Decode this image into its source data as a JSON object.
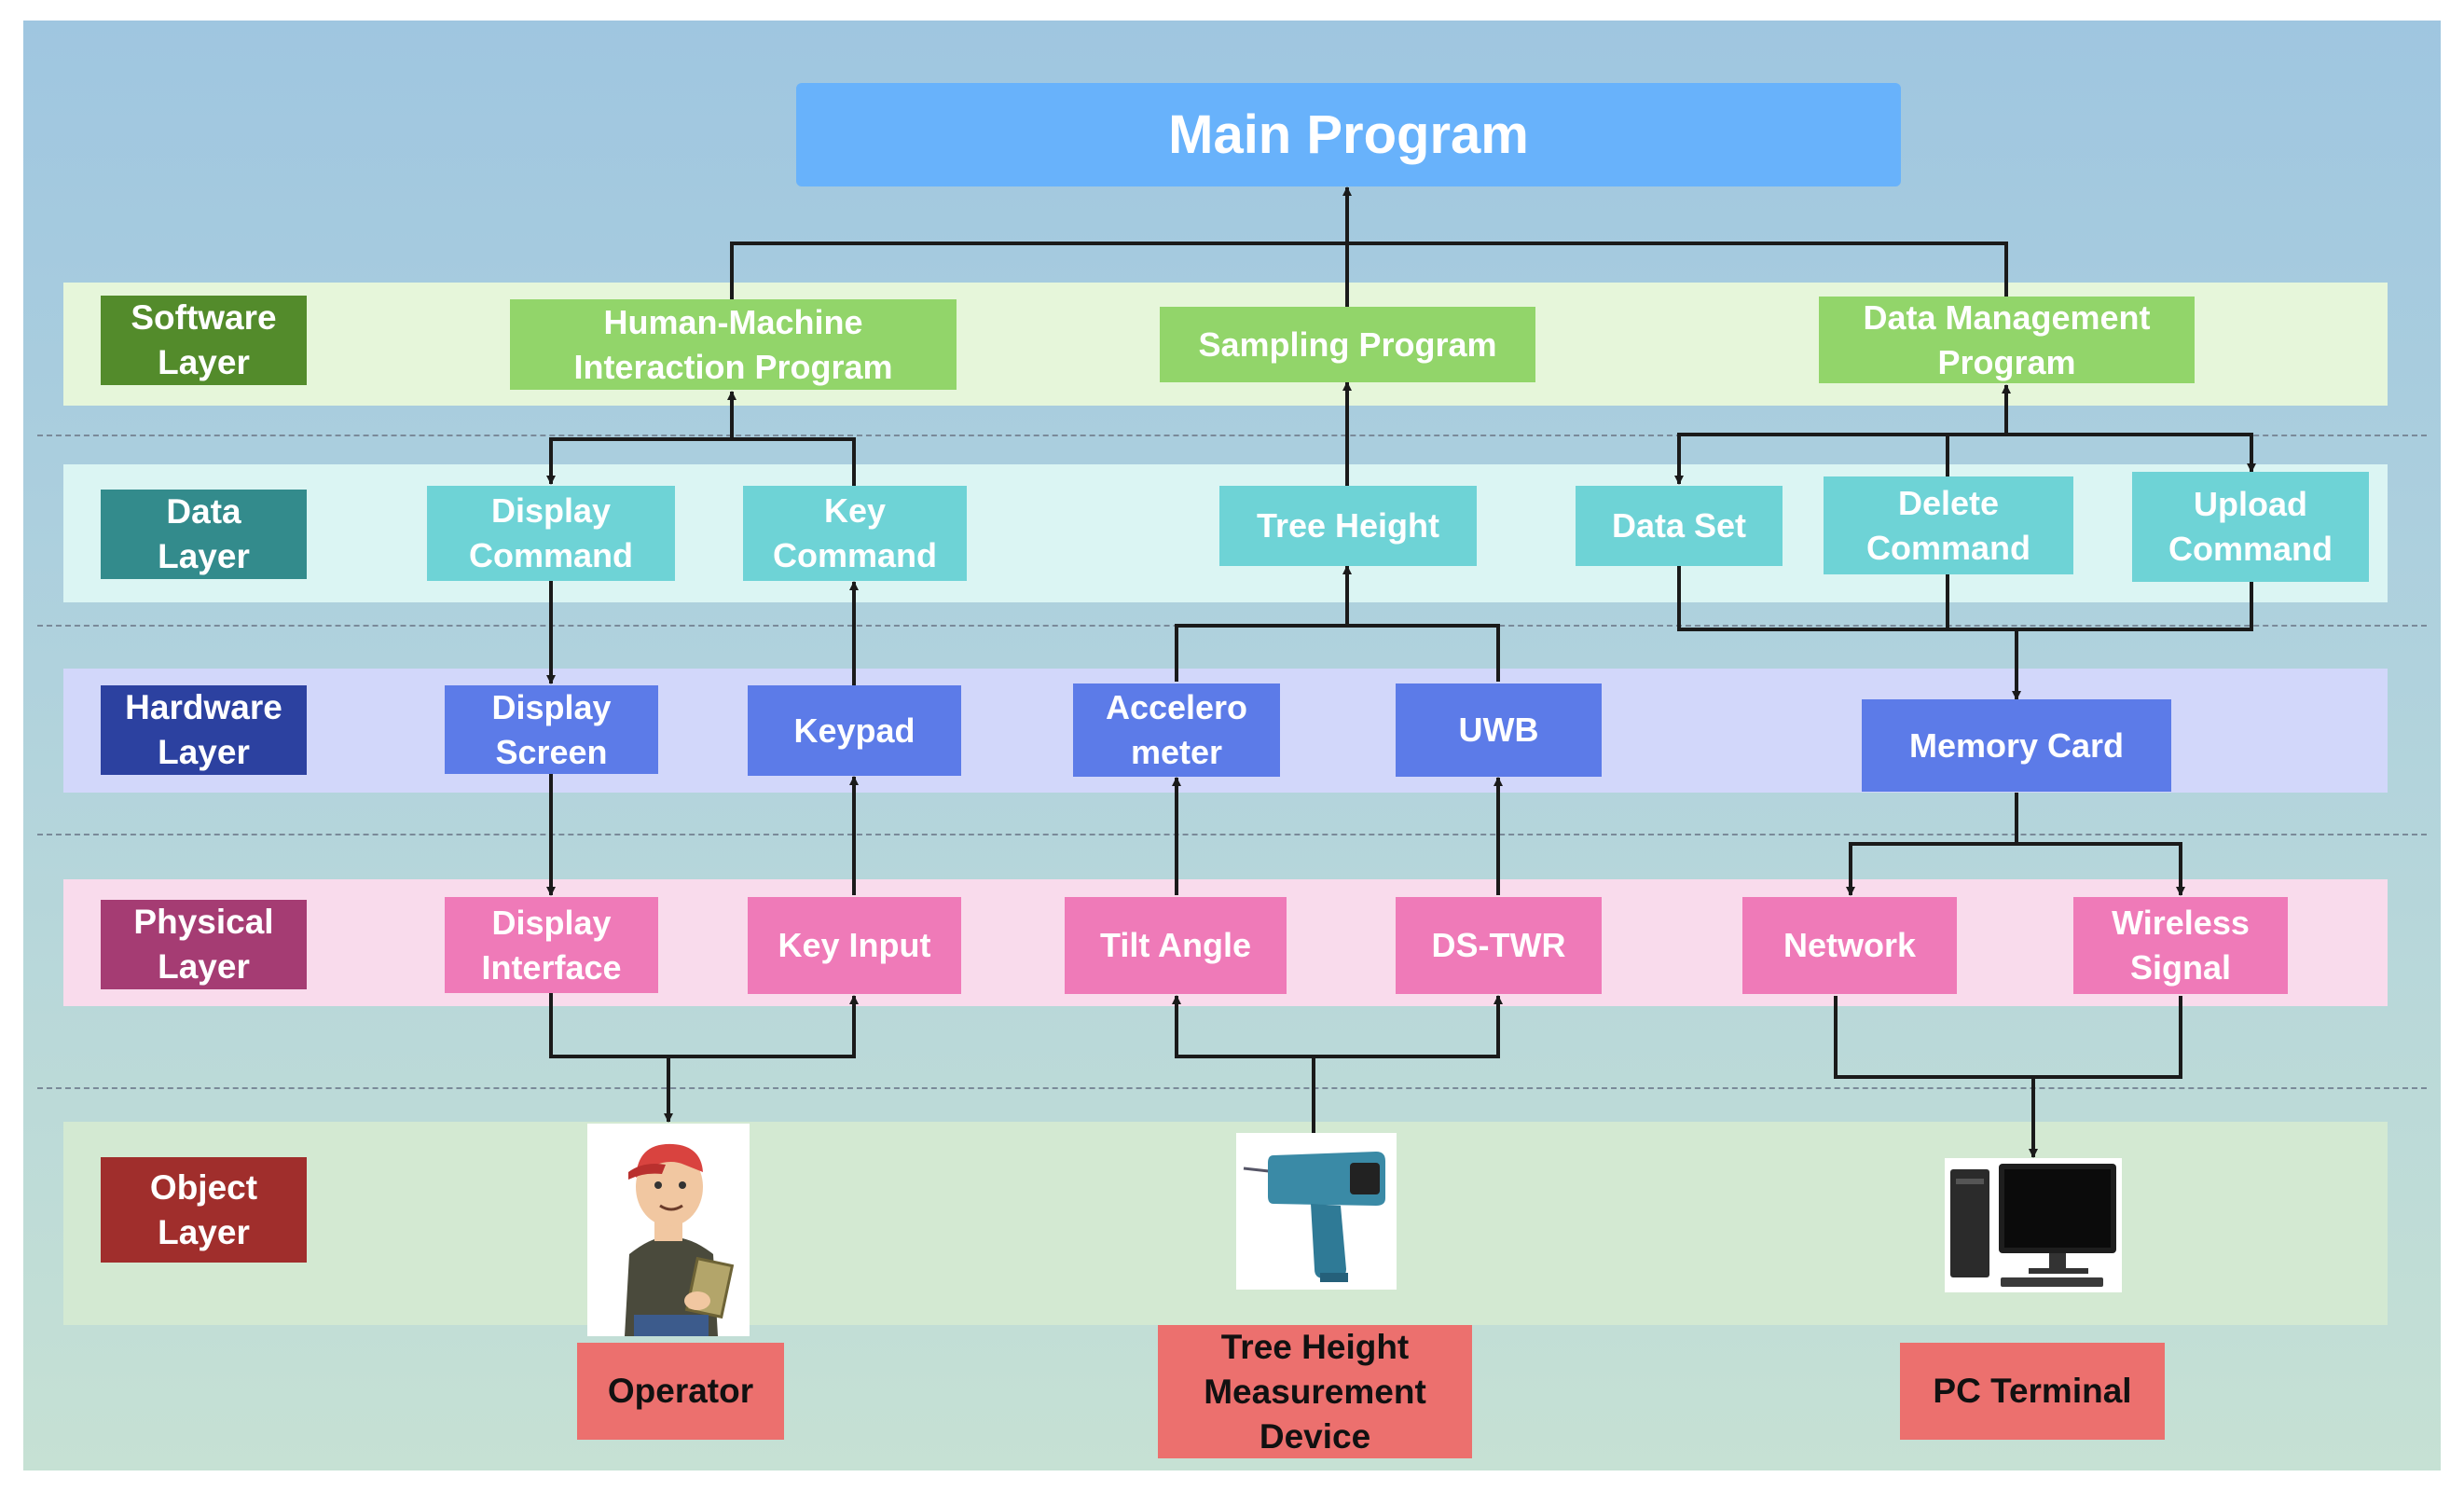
{
  "main_program": "Main Program",
  "layers": {
    "software": "Software\nLayer",
    "data": "Data\nLayer",
    "hardware": "Hardware\nLayer",
    "physical": "Physical\nLayer",
    "object": "Object\nLayer"
  },
  "software_nodes": {
    "hmi": "Human-Machine\nInteraction Program",
    "sampling": "Sampling Program",
    "data_mgmt": "Data Management\nProgram"
  },
  "data_nodes": {
    "display_command": "Display\nCommand",
    "key_command": "Key\nCommand",
    "tree_height": "Tree Height",
    "data_set": "Data Set",
    "delete_command": "Delete\nCommand",
    "upload_command": "Upload\nCommand"
  },
  "hardware_nodes": {
    "display_screen": "Display\nScreen",
    "keypad": "Keypad",
    "accelerometer": "Accelero\nmeter",
    "uwb": "UWB",
    "memory_card": "Memory Card"
  },
  "physical_nodes": {
    "display_interface": "Display\nInterface",
    "key_input": "Key Input",
    "tilt_angle": "Tilt Angle",
    "ds_twr": "DS-TWR",
    "network": "Network",
    "wireless_signal": "Wireless\nSignal"
  },
  "object_nodes": {
    "operator": "Operator",
    "device": "Tree Height\nMeasurement\nDevice",
    "pc": "PC Terminal"
  },
  "colors": {
    "software": "#92d56a",
    "data": "#6ed3d6",
    "hardware": "#5c7be8",
    "physical": "#ef7ab8",
    "object": "#ec706e",
    "main": "#68b2fb"
  }
}
